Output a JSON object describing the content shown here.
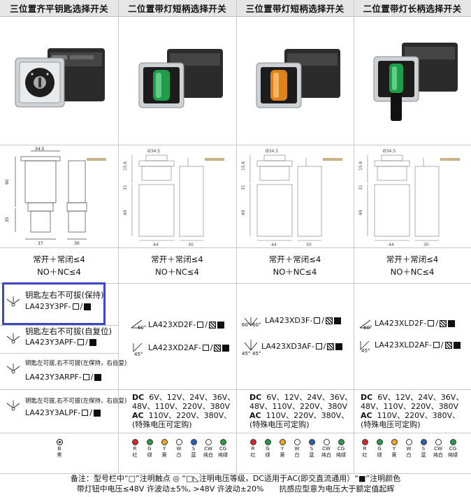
{
  "headers": [
    "三位置齐平钥匙选择开关",
    "二位置带灯短柄选择开关",
    "三位置带灯短柄选择开关",
    "二位置带灯长柄选择开关"
  ],
  "specs": {
    "line1": "常开＋常闭≤4",
    "line2": "NO＋NC≤4"
  },
  "drawing_labels": {
    "c1": {
      "top": "34.5",
      "h1": "90",
      "h2": "35",
      "w1": "37",
      "w2": "30"
    },
    "c2": {
      "dia": "Ø34.5",
      "w1": "44",
      "w2": "30",
      "h1": "15.6",
      "h2": "31",
      "h3": "49"
    },
    "c3": {
      "dia": "Ø34.5",
      "w1": "44",
      "w2": "30",
      "h1": "15.6",
      "h2": "31",
      "h3": "49"
    },
    "c4": {
      "dia": "Ø34.5",
      "w1": "44",
      "w2": "30",
      "h1": "15.6",
      "h2": "31",
      "h3": "49"
    }
  },
  "col1_rows": [
    {
      "desc": "钥匙左右不可拔(保持)",
      "model": "LA423Y3PF-"
    },
    {
      "desc": "钥匙左右不可拔(自复位)",
      "model": "LA423Y3APF-"
    },
    {
      "desc": "钥匙左可拔,右不可拔(左保持，右自复)",
      "model": "LA423Y3ARPF-"
    },
    {
      "desc": "钥匙左可拔,右不可拔(左保持，右自复)",
      "model": "LA423Y3ALPF-"
    }
  ],
  "models": {
    "c2": [
      "LA423XD2F-",
      "LA423XD2AF-"
    ],
    "c3": [
      "LA423XD3F-",
      "LA423XD3AF-"
    ],
    "c4": [
      "LA423XLD2F-",
      "LA423XLD2AF-"
    ]
  },
  "angles": {
    "a60": "60°",
    "a45": "45°"
  },
  "sep": "/",
  "voltages": {
    "dc_label": "DC",
    "dc1": "6V、12V、24V、36V、",
    "dc2": "48V、110V、220V、380V",
    "ac_label": "AC",
    "ac1": "110V、220V、380V、",
    "ac2": "(特殊电压可定购)"
  },
  "key_color": {
    "letter": "B",
    "name": "黑"
  },
  "lamps": [
    {
      "letter": "R",
      "name": "红",
      "color": "#d8262c"
    },
    {
      "letter": "G",
      "name": "绿",
      "color": "#2a9a4a"
    },
    {
      "letter": "Y",
      "name": "黄",
      "color": "#f0a81e"
    },
    {
      "letter": "W",
      "name": "白",
      "color": "#ffffff"
    },
    {
      "letter": "S",
      "name": "蓝",
      "color": "#2a5fb8"
    },
    {
      "letter": "CW",
      "name": "纯白",
      "color": "#ffffff"
    },
    {
      "letter": "CG",
      "name": "纯绿",
      "color": "#2a9a4a"
    }
  ],
  "footer": {
    "line1": "备注：型号栏中“□”注明触点 ◎ “□◺注明电压等级，DC适用于AC(即交直流通用）“■”注明颜色",
    "line2": "带灯钮中电压≤48V 许波动±5%, >48V 许波动±20%　　抗感应型意为电压大于额定值起辉"
  }
}
